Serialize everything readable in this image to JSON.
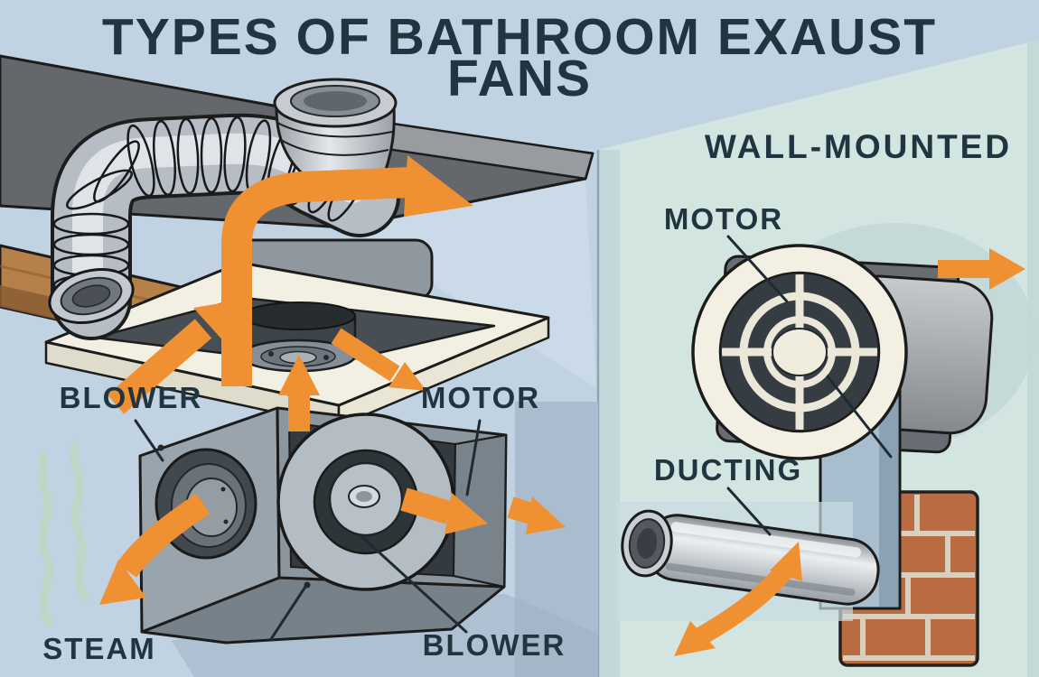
{
  "title": {
    "line1": "TYPES OF BATHROOM EXAUST",
    "line2": "FANS"
  },
  "ceiling_fan_section": {
    "labels": {
      "blower_top": "BLOWER",
      "motor": "MOTOR",
      "steam": "STEAM",
      "blower_bottom": "BLOWER"
    }
  },
  "wall_fan_section": {
    "heading": "WALL-MOUNTED",
    "labels": {
      "motor": "MOTOR",
      "ducting": "DUCTING"
    }
  },
  "colors": {
    "accent_orange": "#ef9133",
    "label_ink": "#203540",
    "bg_left": "#c1d3e2",
    "bg_right": "#d2e5e1",
    "brick": "#b96b41",
    "steam_green": "#bcd8c3"
  }
}
